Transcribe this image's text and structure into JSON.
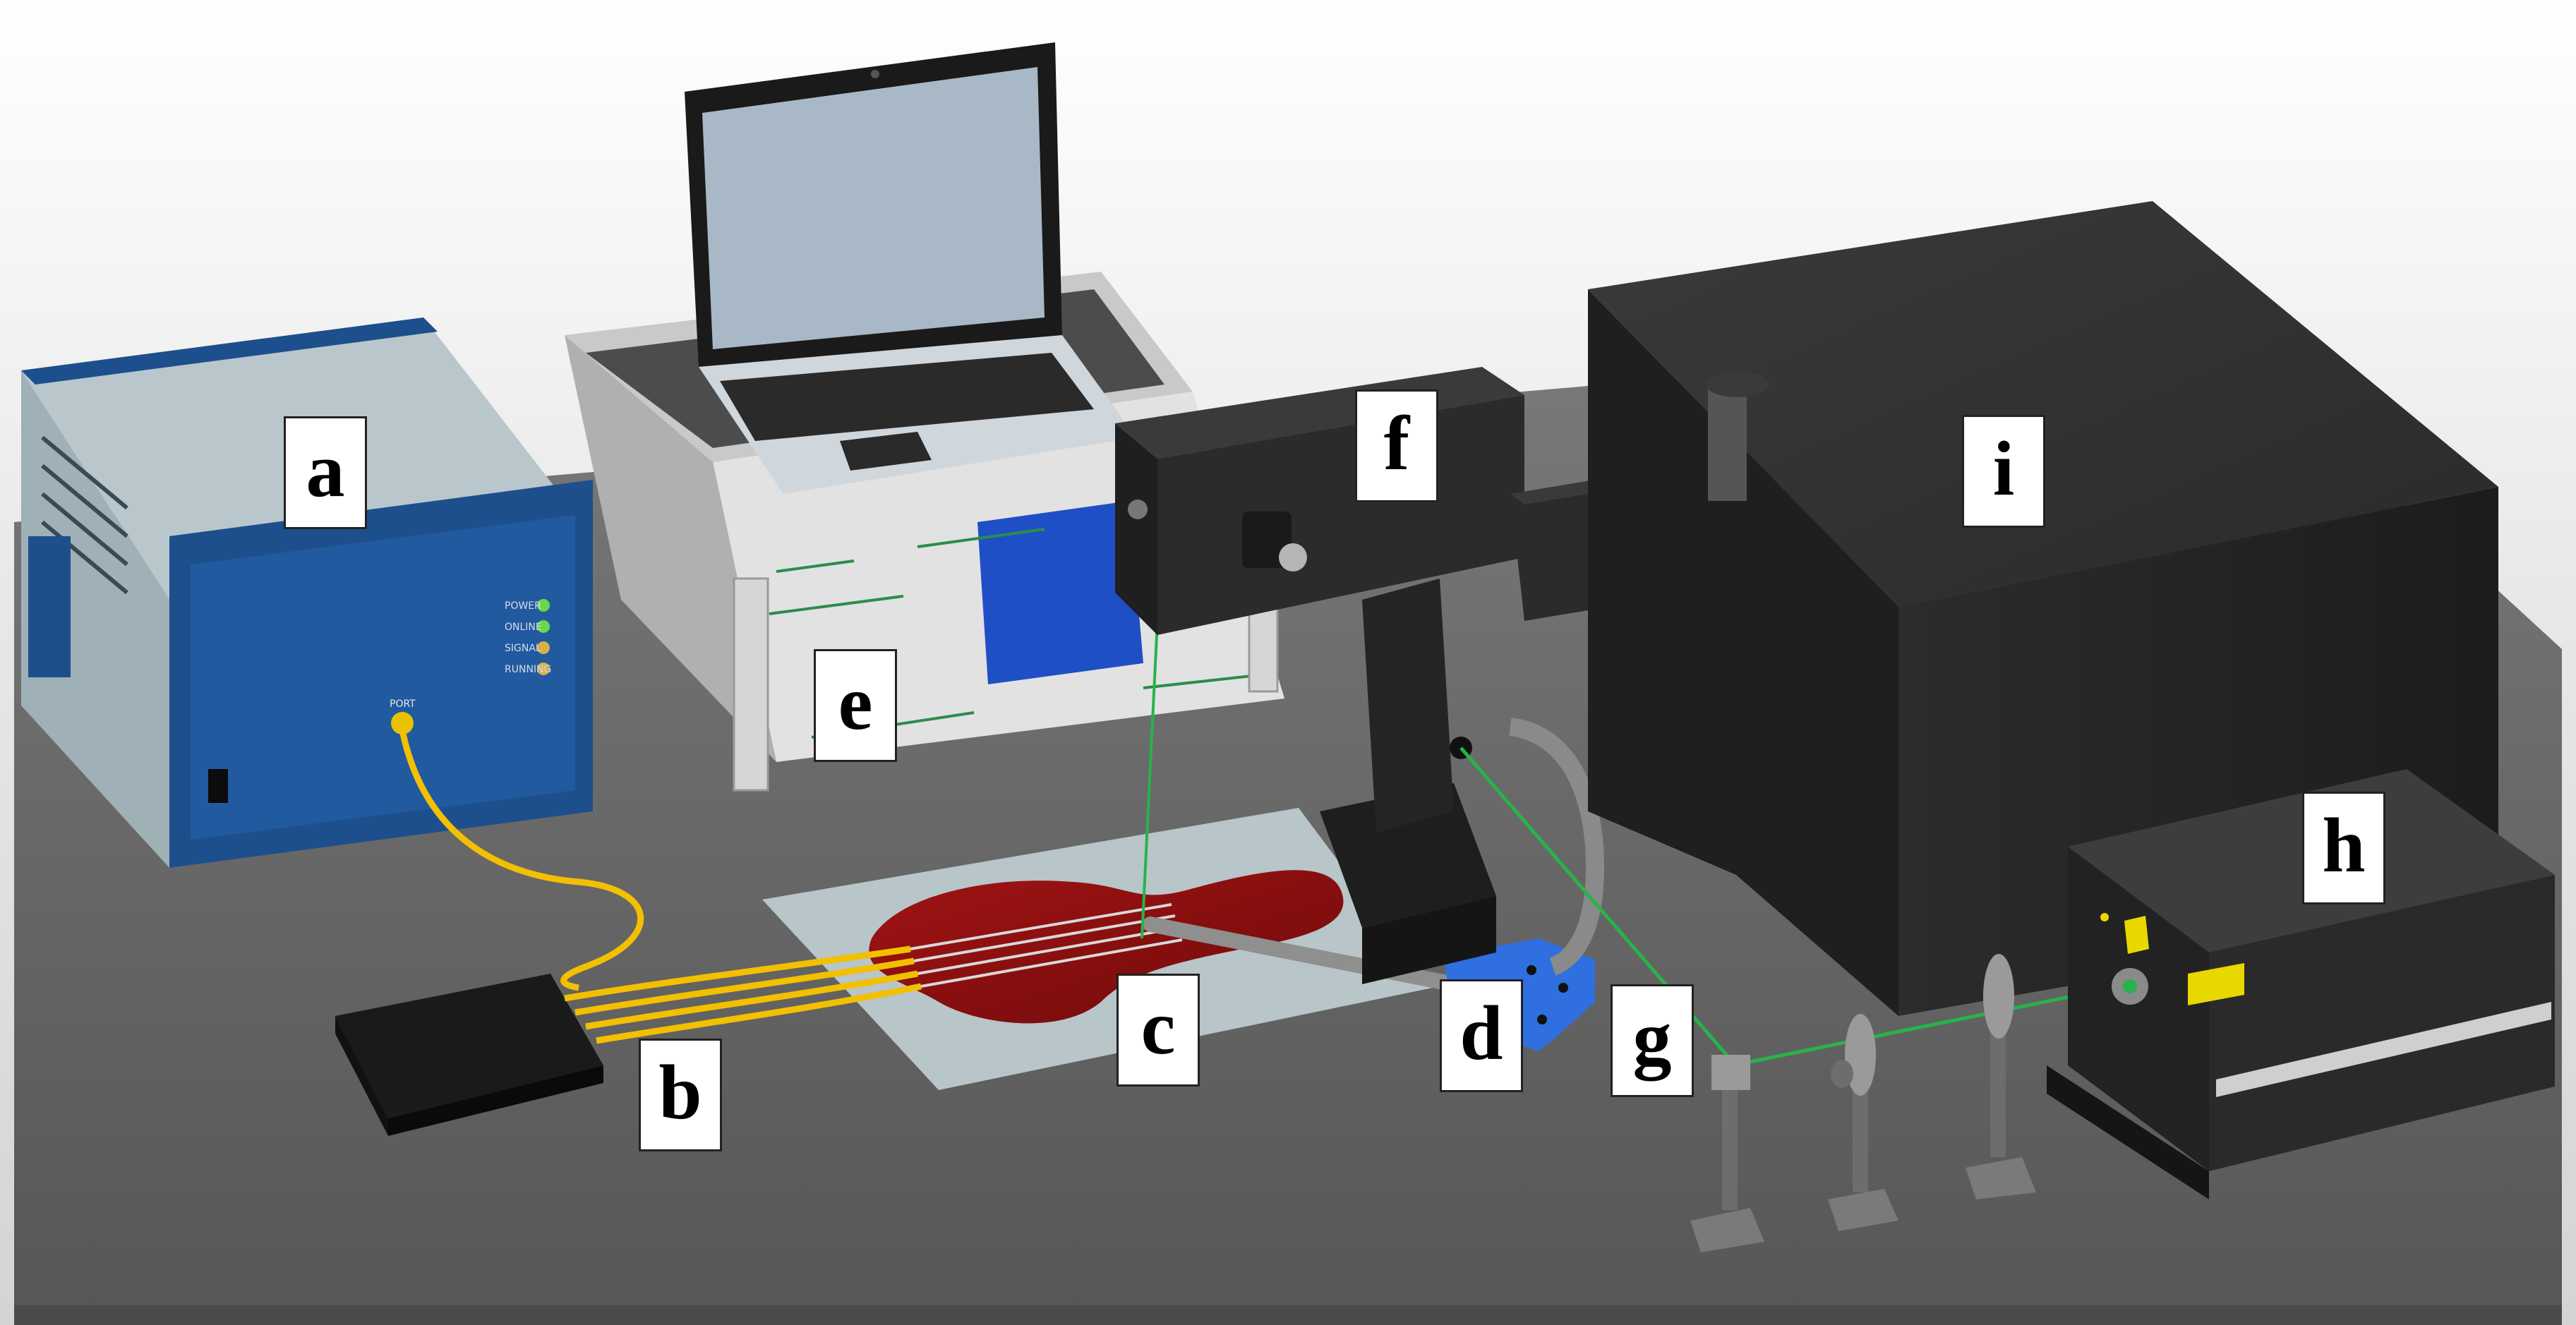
{
  "labels": {
    "a": "a",
    "b": "b",
    "c": "c",
    "d": "d",
    "e": "e",
    "f": "f",
    "g": "g",
    "h": "h",
    "i": "i"
  },
  "device_panel": {
    "port_label": "PORT",
    "led_labels": [
      "POWER",
      "ONLINE",
      "SIGNAL",
      "RUNNING"
    ]
  },
  "colors": {
    "table_top": "#6b6b6b",
    "blue_device": "#1d4f8c",
    "device_front_panel": "#215a9e",
    "laser_beam": "#28b34a",
    "fiber": "#f2c000",
    "tissue_sample": "#8a0f0f",
    "probe_mount": "#2f6fe0",
    "dark_housing": "#262626",
    "screen_blue": "#1f4fc4",
    "caution_sticker": "#e8d800"
  }
}
